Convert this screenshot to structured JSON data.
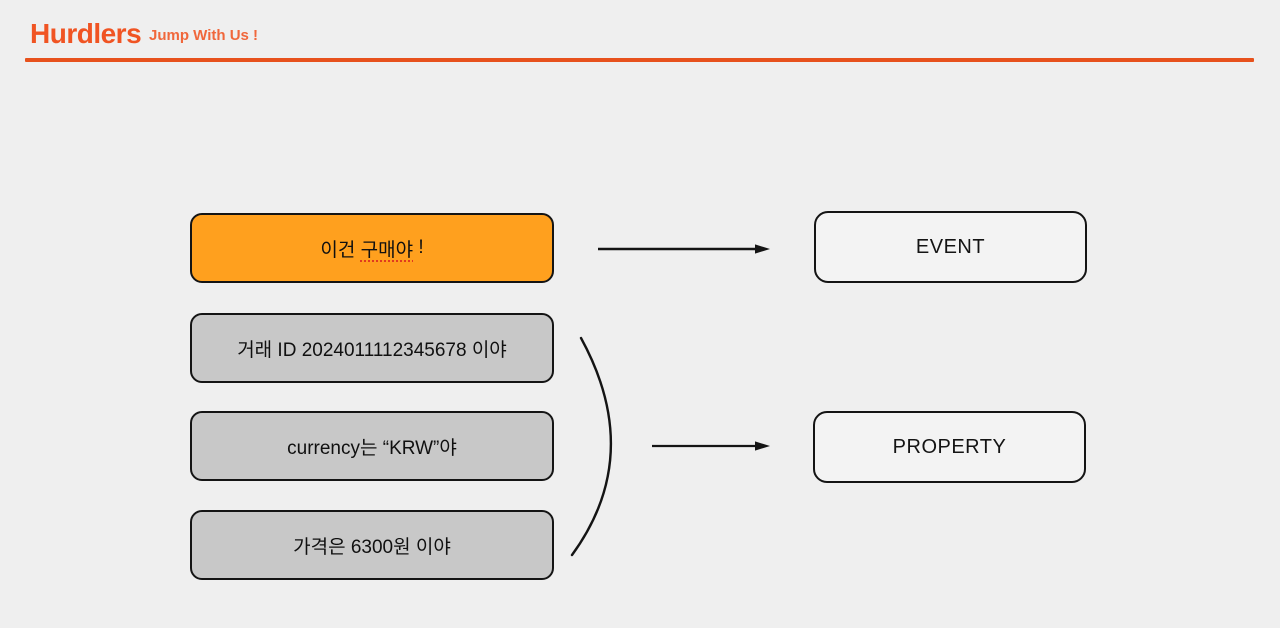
{
  "page": {
    "background_color": "#EFEFEF"
  },
  "header": {
    "logo_text": "Hurdlers",
    "tagline": "Jump With Us !",
    "logo_color": "#F05423",
    "divider_color": "#E7511C"
  },
  "diagram": {
    "event_bubble": {
      "fill_color": "#FFA01E",
      "label_parts": [
        {
          "text": "이건 "
        },
        {
          "text": "구매야",
          "spellcheck_underline": true
        },
        {
          "text": " !"
        }
      ]
    },
    "property_bubbles": [
      {
        "label": "거래 ID 2024011112345678 이야"
      },
      {
        "label": "currency는 “KRW”야"
      },
      {
        "label": "가격은 6300원 이야"
      }
    ],
    "property_fill_color": "#C8C8C8",
    "event_target": {
      "label": "EVENT"
    },
    "property_target": {
      "label": "PROPERTY"
    },
    "connector_color": "#141414"
  }
}
